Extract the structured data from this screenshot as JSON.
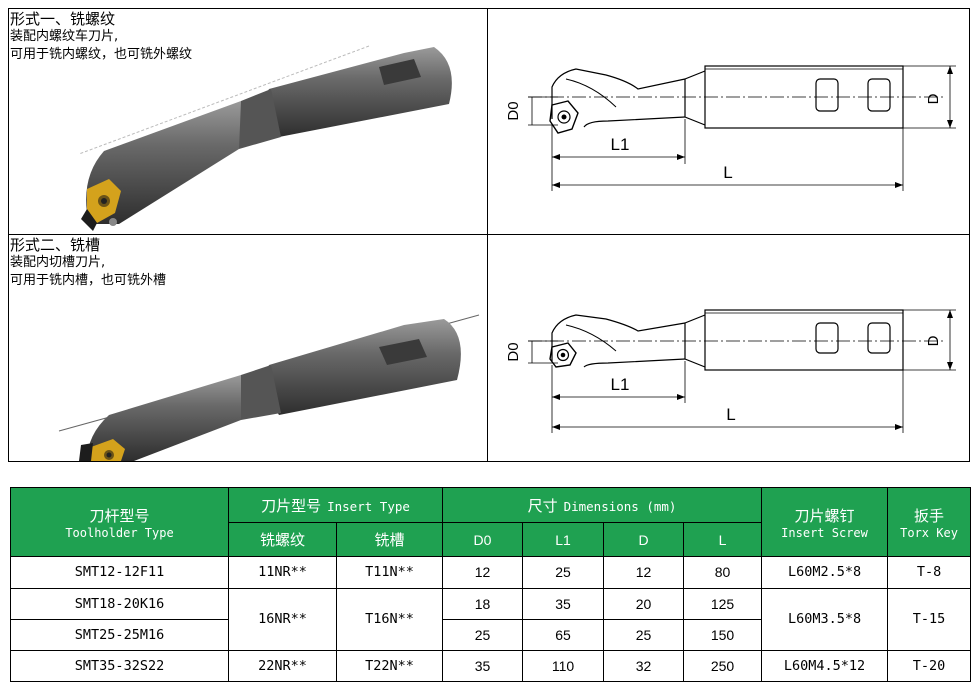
{
  "forms": [
    {
      "title": "形式一、铣螺纹",
      "lines": [
        "装配内螺纹车刀片,",
        "可用于铣内螺纹，也可铣外螺纹"
      ]
    },
    {
      "title": "形式二、铣槽",
      "lines": [
        "装配内切槽刀片,",
        "可用于铣内槽，也可铣外槽"
      ]
    }
  ],
  "drawing_labels": {
    "d0": "D0",
    "l1": "L1",
    "l": "L",
    "d": "D"
  },
  "table": {
    "headers": {
      "holder_zh": "刀杆型号",
      "holder_en": "Toolholder Type",
      "insert_zh": "刀片型号",
      "insert_en": "Insert Type",
      "insert_thread": "铣螺纹",
      "insert_groove": "铣槽",
      "dim_zh": "尺寸",
      "dim_en": "Dimensions (mm)",
      "d0": "D0",
      "l1": "L1",
      "d": "D",
      "l": "L",
      "screw_zh": "刀片螺钉",
      "screw_en": "Insert Screw",
      "key_zh": "扳手",
      "key_en": "Torx Key"
    },
    "rows": [
      {
        "holder": "SMT12-12F11",
        "thread": "11NR**",
        "groove": "T11N**",
        "d0": "12",
        "l1": "25",
        "d": "12",
        "l": "80",
        "screw": "L60M2.5*8",
        "key": "T-8"
      },
      {
        "holder": "SMT18-20K16",
        "thread": "16NR**",
        "groove": "T16N**",
        "d0": "18",
        "l1": "35",
        "d": "20",
        "l": "125",
        "screw": "L60M3.5*8",
        "key": "T-15"
      },
      {
        "holder": "SMT25-25M16",
        "d0": "25",
        "l1": "65",
        "d": "25",
        "l": "150"
      },
      {
        "holder": "SMT35-32S22",
        "thread": "22NR**",
        "groove": "T22N**",
        "d0": "35",
        "l1": "110",
        "d": "32",
        "l": "250",
        "screw": "L60M4.5*12",
        "key": "T-20"
      }
    ]
  },
  "colors": {
    "header_green": "#1fa151",
    "insert_gold": "#d4a21c",
    "tool_dark": "#4a4a4a"
  }
}
